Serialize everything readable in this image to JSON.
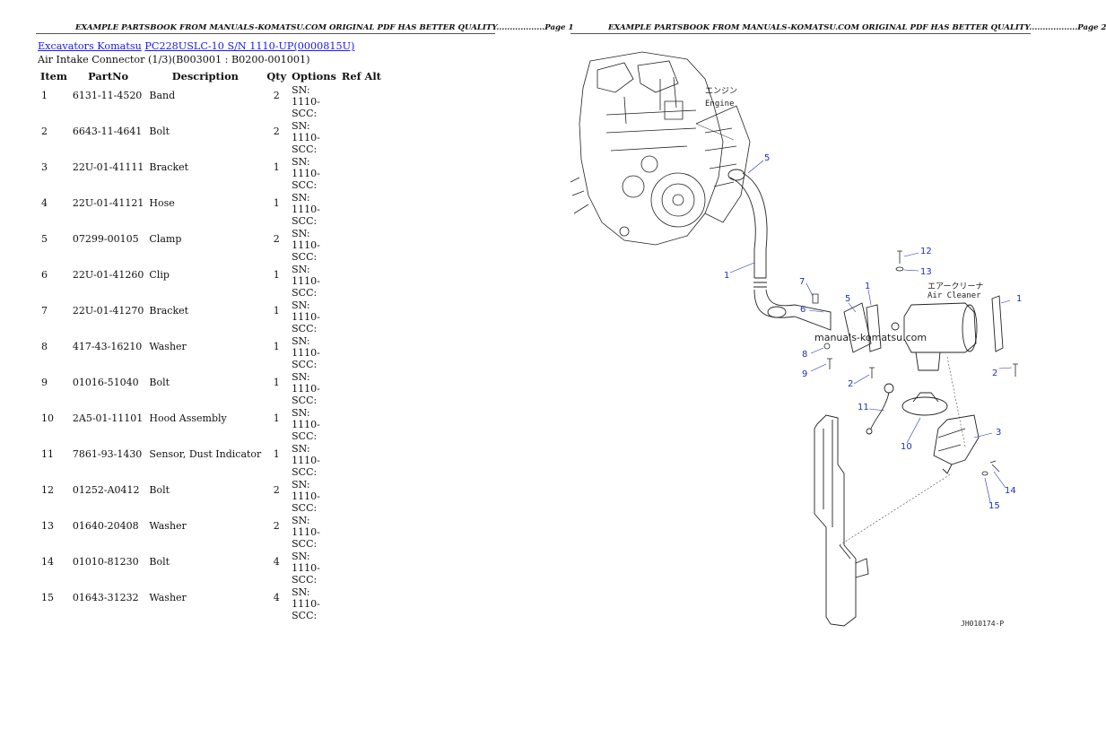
{
  "header": {
    "page1": "EXAMPLE PARTSBOOK FROM MANUALS-KOMATSU.COM ORIGINAL PDF HAS BETTER QUALITY..................Page 1",
    "page2": "EXAMPLE PARTSBOOK FROM MANUALS-KOMATSU.COM ORIGINAL PDF HAS BETTER QUALITY..................Page 2"
  },
  "breadcrumb": {
    "link1": "Excavators Komatsu",
    "link2": "PC228USLC-10 S/N 1110-UP(0000815U)"
  },
  "subtitle": "Air Intake Connector (1/3)(B003001 : B0200-001001)",
  "table": {
    "headers": [
      "Item",
      "PartNo",
      "Description",
      "Qty",
      "Options",
      "Ref Alt"
    ],
    "rows": [
      {
        "item": "1",
        "partno": "6131-11-4520",
        "desc": "Band",
        "qty": "2",
        "options": "SN: 1110-SCC:"
      },
      {
        "item": "2",
        "partno": "6643-11-4641",
        "desc": "Bolt",
        "qty": "2",
        "options": "SN: 1110-SCC:"
      },
      {
        "item": "3",
        "partno": "22U-01-41111",
        "desc": "Bracket",
        "qty": "1",
        "options": "SN: 1110-SCC:"
      },
      {
        "item": "4",
        "partno": "22U-01-41121",
        "desc": "Hose",
        "qty": "1",
        "options": "SN: 1110-SCC:"
      },
      {
        "item": "5",
        "partno": "07299-00105",
        "desc": "Clamp",
        "qty": "2",
        "options": "SN: 1110-SCC:"
      },
      {
        "item": "6",
        "partno": "22U-01-41260",
        "desc": "Clip",
        "qty": "1",
        "options": "SN: 1110-SCC:"
      },
      {
        "item": "7",
        "partno": "22U-01-41270",
        "desc": "Bracket",
        "qty": "1",
        "options": "SN: 1110-SCC:"
      },
      {
        "item": "8",
        "partno": "417-43-16210",
        "desc": "Washer",
        "qty": "1",
        "options": "SN: 1110-SCC:"
      },
      {
        "item": "9",
        "partno": "01016-51040",
        "desc": "Bolt",
        "qty": "1",
        "options": "SN: 1110-SCC:"
      },
      {
        "item": "10",
        "partno": "2A5-01-11101",
        "desc": "Hood Assembly",
        "qty": "1",
        "options": "SN: 1110-SCC:"
      },
      {
        "item": "11",
        "partno": "7861-93-1430",
        "desc": "Sensor, Dust Indicator",
        "qty": "1",
        "options": "SN: 1110-SCC:"
      },
      {
        "item": "12",
        "partno": "01252-A0412",
        "desc": "Bolt",
        "qty": "2",
        "options": "SN: 1110-SCC:"
      },
      {
        "item": "13",
        "partno": "01640-20408",
        "desc": "Washer",
        "qty": "2",
        "options": "SN: 1110-SCC:"
      },
      {
        "item": "14",
        "partno": "01010-81230",
        "desc": "Bolt",
        "qty": "4",
        "options": "SN: 1110-SCC:"
      },
      {
        "item": "15",
        "partno": "01643-31232",
        "desc": "Washer",
        "qty": "4",
        "options": "SN: 1110-SCC:"
      }
    ]
  },
  "figure": {
    "watermark": "manuals-komatsu.com",
    "engine_jp": "エンジン",
    "engine_en": "Engine",
    "cleaner_jp": "エアークリーナ",
    "cleaner_en": "Air Cleaner",
    "drawing_code": "JH010174-P",
    "callouts": [
      "5",
      "1",
      "7",
      "6",
      "5",
      "1",
      "12",
      "13",
      "1",
      "8",
      "9",
      "2",
      "2",
      "11",
      "10",
      "3",
      "14",
      "15"
    ]
  },
  "colors": {
    "link": "#1a1aee",
    "callout": "#1c2fbf"
  }
}
